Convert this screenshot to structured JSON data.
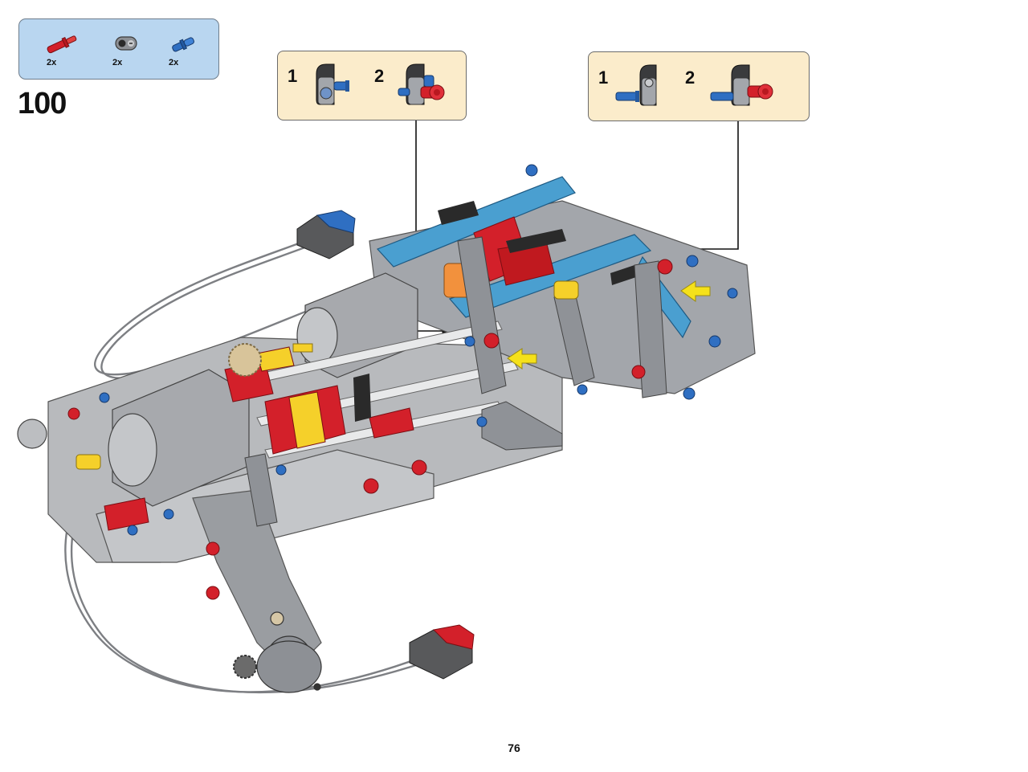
{
  "parts_list": {
    "items": [
      {
        "name": "red-axle-pin",
        "quantity": "2x",
        "color": "#d3202a"
      },
      {
        "name": "gray-angle-connector",
        "quantity": "2x",
        "color": "#8d9095"
      },
      {
        "name": "blue-axle-pin",
        "quantity": "2x",
        "color": "#2f6fc2"
      }
    ]
  },
  "step": {
    "number": "100"
  },
  "callouts": [
    {
      "sub_steps": [
        {
          "number": "1"
        },
        {
          "number": "2"
        }
      ]
    },
    {
      "sub_steps": [
        {
          "number": "1"
        },
        {
          "number": "2"
        }
      ]
    }
  ],
  "colors": {
    "parts_box_bg": "#b9d6f0",
    "callout_bg": "#fbeccb",
    "technic_gray": "#a3a6ab",
    "technic_red": "#d3202a",
    "technic_blue": "#2f6fc2",
    "technic_azure": "#4a9fd0",
    "technic_yellow": "#f5d02a",
    "technic_black": "#2a2a2a"
  },
  "page": {
    "number": "76"
  }
}
